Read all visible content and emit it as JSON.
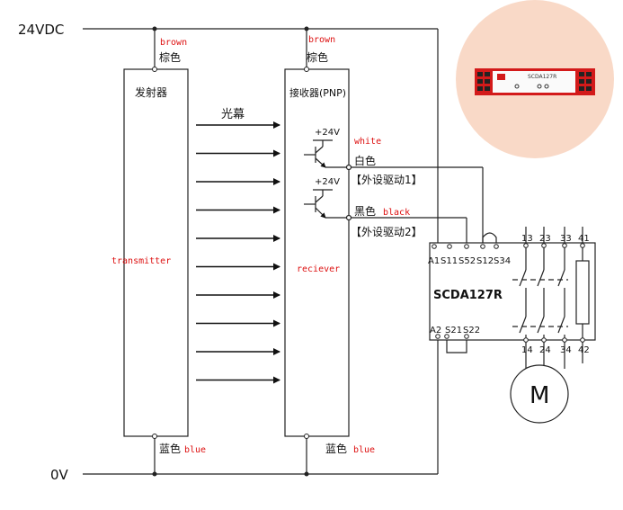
{
  "rails": {
    "supply": "24VDC",
    "ground": "0V"
  },
  "transmitter": {
    "name": "发射器",
    "label_en": "transmitter",
    "top_wire": {
      "color_en": "brown",
      "color_cn": "棕色"
    },
    "bottom_wire": {
      "color_cn": "蓝色",
      "color_en": "blue"
    }
  },
  "light_curtain": {
    "label": "光幕",
    "beam_count": 10
  },
  "receiver": {
    "name": "接收器(PNP)",
    "label_en": "reciever",
    "top_wire": {
      "color_en": "brown",
      "color_cn": "棕色"
    },
    "bottom_wire": {
      "color_cn": "蓝色",
      "color_en": "blue"
    },
    "output1": {
      "supply": "+24V",
      "color_en": "white",
      "color_cn": "白色",
      "note": "【外设驱动1】"
    },
    "output2": {
      "supply": "+24V",
      "color_cn": "黑色",
      "color_en": "black",
      "note": "【外设驱动2】"
    }
  },
  "relay": {
    "model": "SCDA127R",
    "top_terminals": [
      "A1",
      "S11",
      "S52",
      "S12",
      "S34"
    ],
    "bottom_terminals": [
      "A2",
      "S21",
      "S22"
    ],
    "contacts_top": [
      "13",
      "23",
      "33",
      "41"
    ],
    "contacts_bottom": [
      "14",
      "24",
      "34",
      "42"
    ]
  },
  "motor": {
    "label": "M"
  },
  "product_photo": {
    "model": "SCDA127R"
  }
}
